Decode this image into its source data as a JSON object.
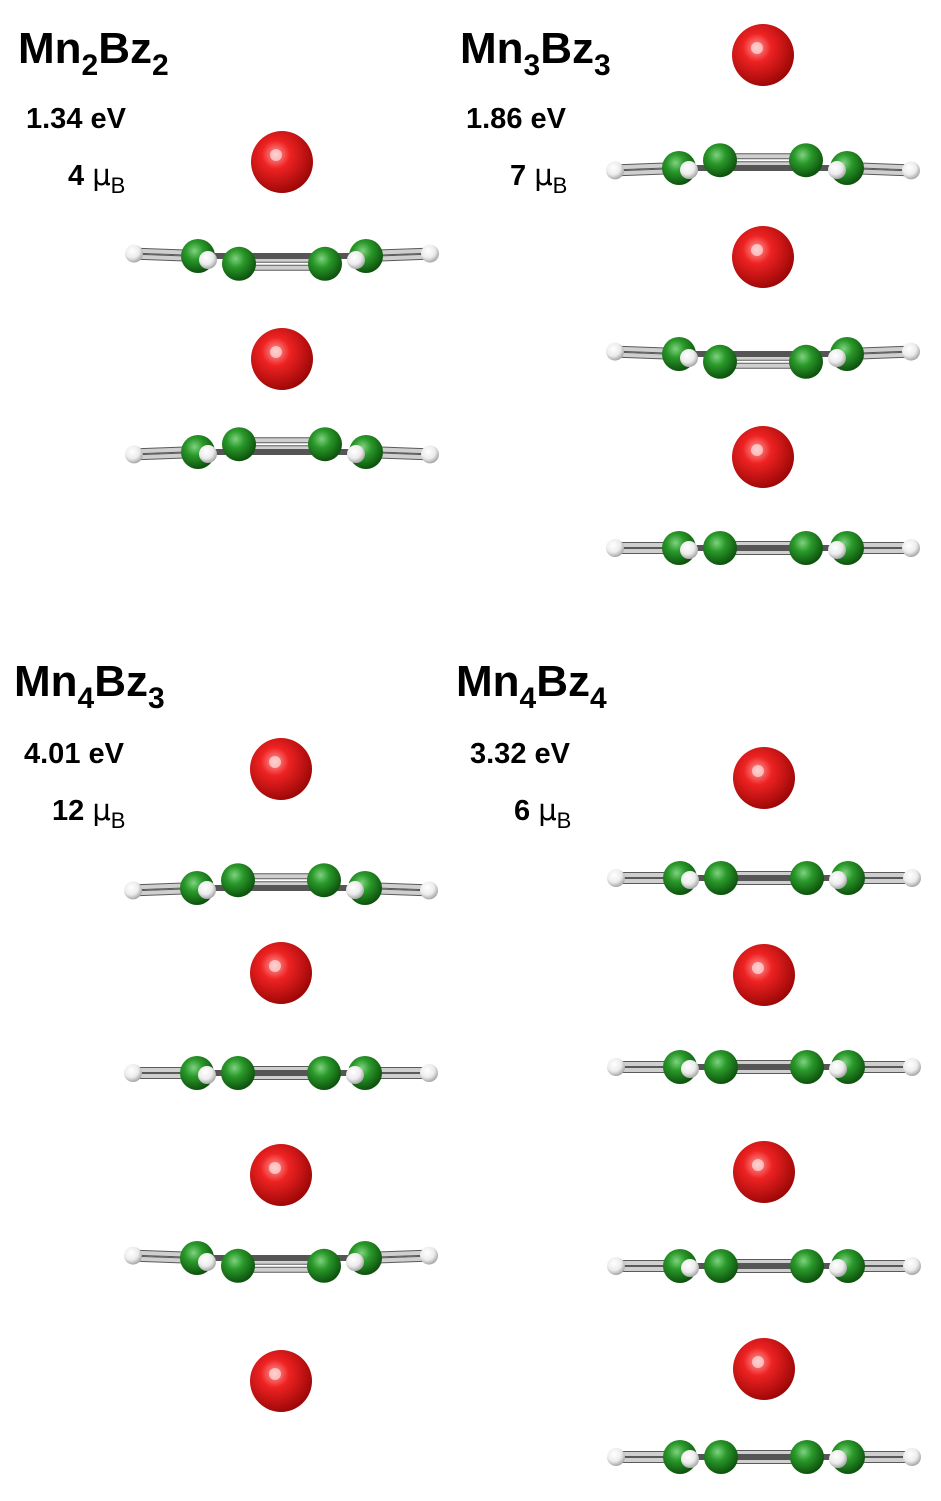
{
  "panels": [
    {
      "id": "mn2bz2",
      "formula": {
        "a": "Mn",
        "na": "2",
        "b": "Bz",
        "nb": "2"
      },
      "energy": "1.34 eV",
      "moment": {
        "value": "4",
        "unit": "μ",
        "sub": "B"
      },
      "stack": [
        "Mn",
        "Bz-up",
        "Mn",
        "Bz-down"
      ]
    },
    {
      "id": "mn3bz3",
      "formula": {
        "a": "Mn",
        "na": "3",
        "b": "Bz",
        "nb": "3"
      },
      "energy": "1.86 eV",
      "moment": {
        "value": "7",
        "unit": "μ",
        "sub": "B"
      },
      "stack": [
        "Mn",
        "Bz-down",
        "Mn",
        "Bz-up",
        "Mn",
        "Bz-flat"
      ]
    },
    {
      "id": "mn4bz3",
      "formula": {
        "a": "Mn",
        "na": "4",
        "b": "Bz",
        "nb": "3"
      },
      "energy": "4.01 eV",
      "moment": {
        "value": "12",
        "unit": "μ",
        "sub": "B"
      },
      "stack": [
        "Mn",
        "Bz-down",
        "Mn",
        "Bz-flat",
        "Mn",
        "Bz-up",
        "Mn"
      ]
    },
    {
      "id": "mn4bz4",
      "formula": {
        "a": "Mn",
        "na": "4",
        "b": "Bz",
        "nb": "4"
      },
      "energy": "3.32 eV",
      "moment": {
        "value": "6",
        "unit": "μ",
        "sub": "B"
      },
      "stack": [
        "Mn",
        "Bz-flat",
        "Mn",
        "Bz-flat",
        "Mn",
        "Bz-flat",
        "Mn",
        "Bz-flat"
      ]
    }
  ],
  "colors": {
    "manganese": "#e01010",
    "carbon": "#1f8a1f",
    "hydrogen": "#f2f2f2",
    "bond": "#9a9a9a",
    "text": "#000000"
  }
}
